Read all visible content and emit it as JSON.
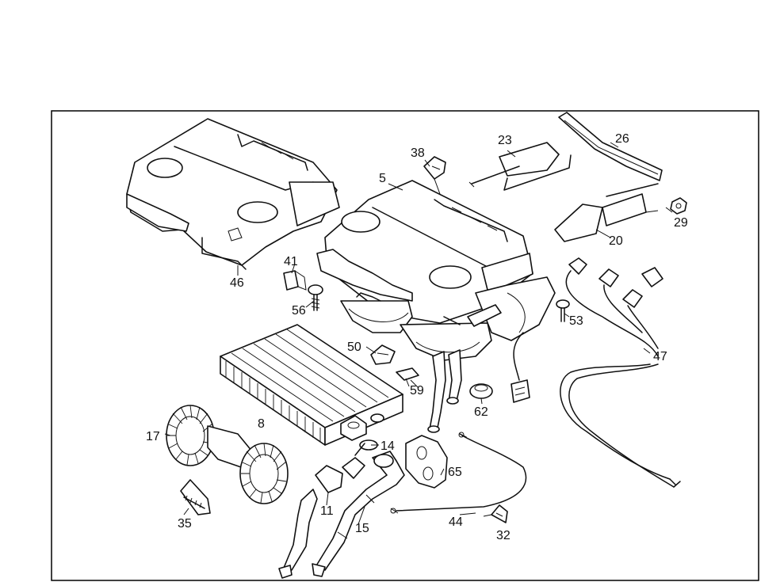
{
  "callouts": {
    "c5": "5",
    "c8": "8",
    "c11": "11",
    "c14": "14",
    "c15": "15",
    "c17": "17",
    "c20": "20",
    "c23": "23",
    "c26": "26",
    "c29": "29",
    "c32": "32",
    "c35": "35",
    "c38": "38",
    "c41": "41",
    "c44": "44",
    "c46": "46",
    "c47": "47",
    "c50": "50",
    "c53": "53",
    "c56": "56",
    "c59": "59",
    "c62": "62",
    "c65": "65"
  },
  "colors": {
    "line": "#111111",
    "background": "#ffffff",
    "frame": "#000000"
  }
}
